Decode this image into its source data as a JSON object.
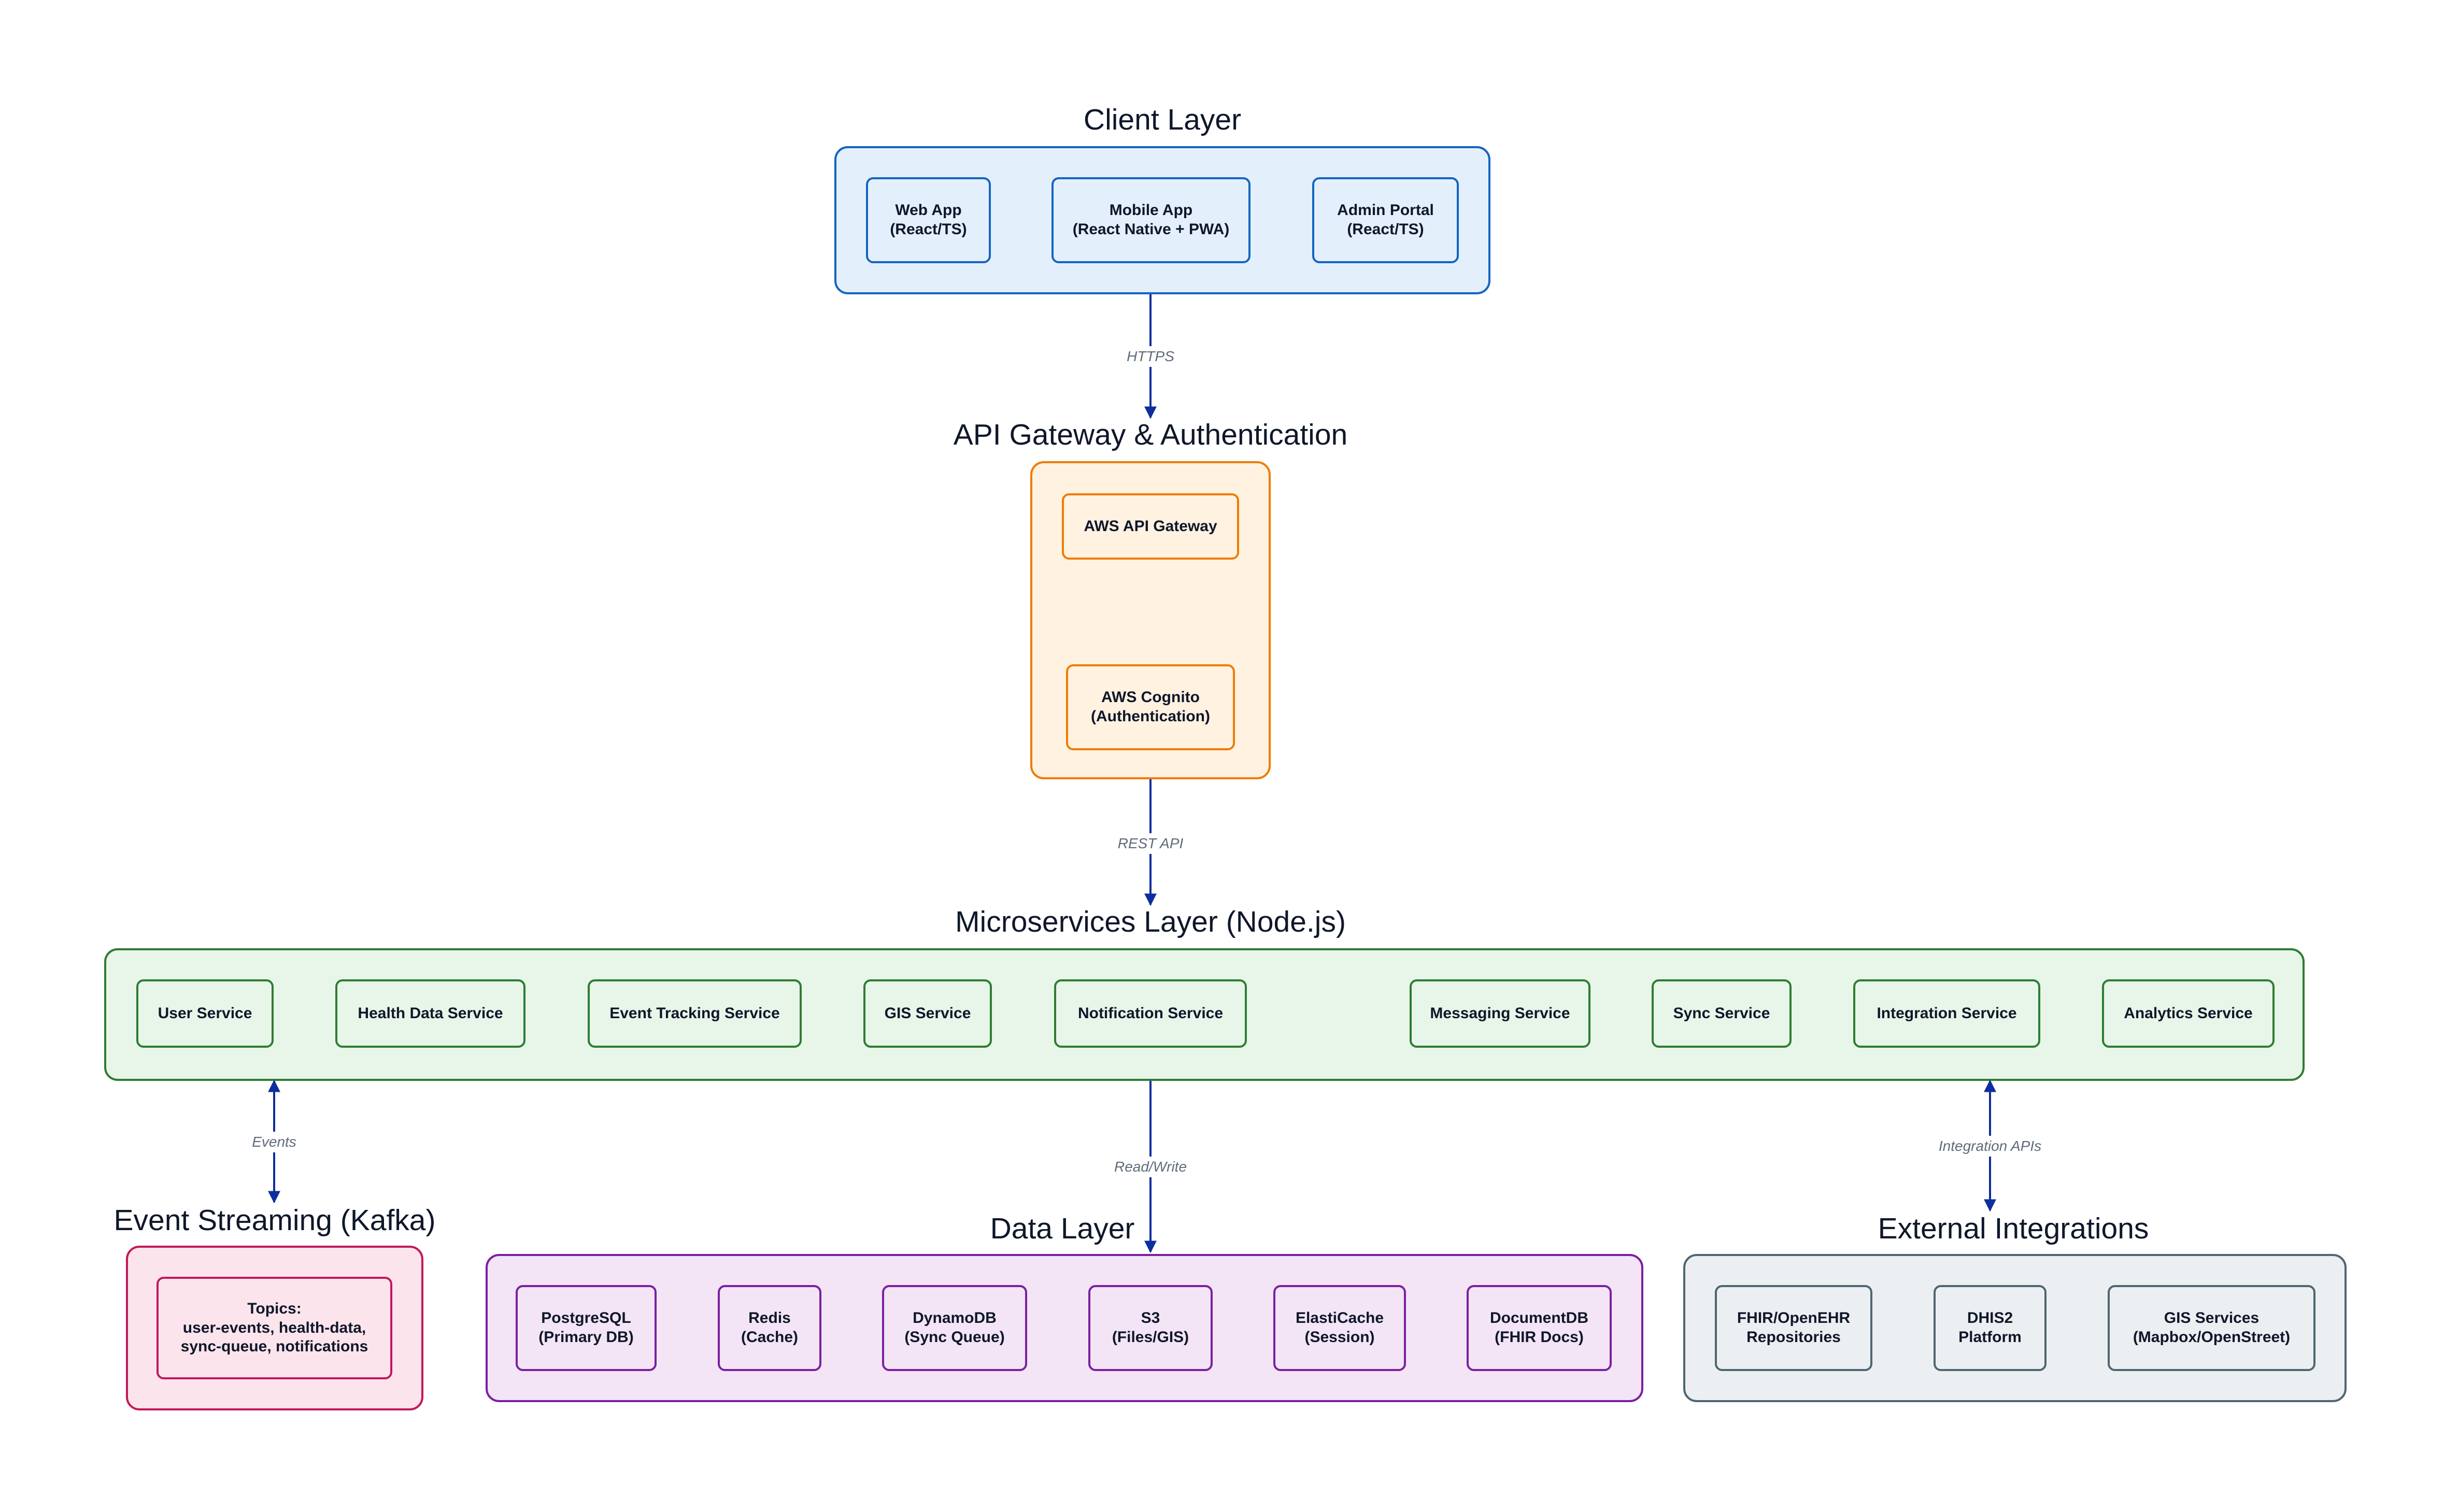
{
  "colors": {
    "client": "#1565c0",
    "gateway": "#ef7c00",
    "services": "#2e7d32",
    "events": "#c2185b",
    "data": "#7b1fa2",
    "external": "#4f6672",
    "arrow": "#0d2e9c"
  },
  "layers": {
    "client": {
      "title": "Client Layer",
      "nodes": [
        "Web App\n(React/TS)",
        "Mobile App\n(React Native + PWA)",
        "Admin Portal\n(React/TS)"
      ]
    },
    "gateway": {
      "title": "API Gateway & Authentication",
      "nodes": [
        "AWS API Gateway",
        "AWS Cognito\n(Authentication)"
      ]
    },
    "services": {
      "title": "Microservices Layer (Node.js)",
      "nodes": [
        "User Service",
        "Health Data Service",
        "Event Tracking Service",
        "GIS Service",
        "Notification Service",
        "Messaging Service",
        "Sync Service",
        "Integration Service",
        "Analytics Service"
      ]
    },
    "events": {
      "title": "Event Streaming (Kafka)",
      "nodes": [
        "Topics:\nuser-events, health-data,\nsync-queue, notifications"
      ]
    },
    "data": {
      "title": "Data Layer",
      "nodes": [
        "PostgreSQL\n(Primary DB)",
        "Redis\n(Cache)",
        "DynamoDB\n(Sync Queue)",
        "S3\n(Files/GIS)",
        "ElastiCache\n(Session)",
        "DocumentDB\n(FHIR Docs)"
      ]
    },
    "external": {
      "title": "External Integrations",
      "nodes": [
        "FHIR/OpenEHR\nRepositories",
        "DHIS2\nPlatform",
        "GIS Services\n(Mapbox/OpenStreet)"
      ]
    }
  },
  "edges": {
    "https": "HTTPS",
    "rest": "REST API",
    "events": "Events",
    "readwrite": "Read/Write",
    "integration": "Integration APIs"
  }
}
